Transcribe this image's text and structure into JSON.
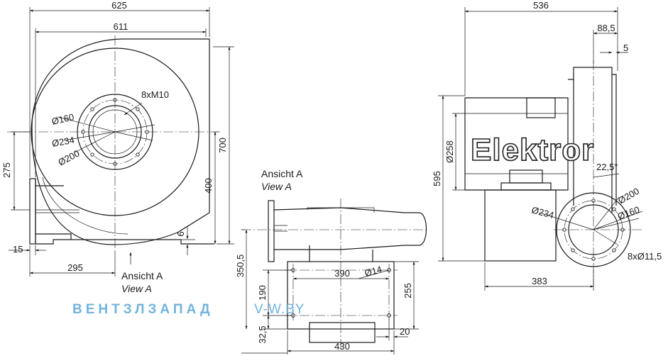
{
  "dims": {
    "d625": "625",
    "d611": "611",
    "d700": "700",
    "d400": "400",
    "d275": "275",
    "d6": "6",
    "d15": "15",
    "d295": "295",
    "d536": "536",
    "d88_5": "88,5",
    "d5": "5",
    "d595": "595",
    "d258": "Ø258",
    "d383": "383",
    "d350_5": "350,5",
    "d390": "390",
    "d190": "190",
    "d255": "255",
    "d32_5": "32,5",
    "d430": "430",
    "d20": "20",
    "d14": "Ø14"
  },
  "annotations": {
    "m10": "8xM10",
    "d160": "Ø160",
    "d234": "Ø234",
    "d200": "Ø200",
    "r_d200": "Ø200",
    "r_d234": "Ø234",
    "r_d160": "Ø160",
    "holes": "8xØ11,5",
    "angle": "22,5°"
  },
  "views": {
    "ansicht_1": "Ansicht A",
    "view_1": "View A",
    "ansicht_2": "Ansicht A",
    "view_2": "View A"
  },
  "brand": {
    "logo": "Elektror"
  },
  "watermark": {
    "name": "ВЕНТЗЛЗАПАД",
    "site": "V-W.BY",
    "color": "#5aa7d6"
  }
}
